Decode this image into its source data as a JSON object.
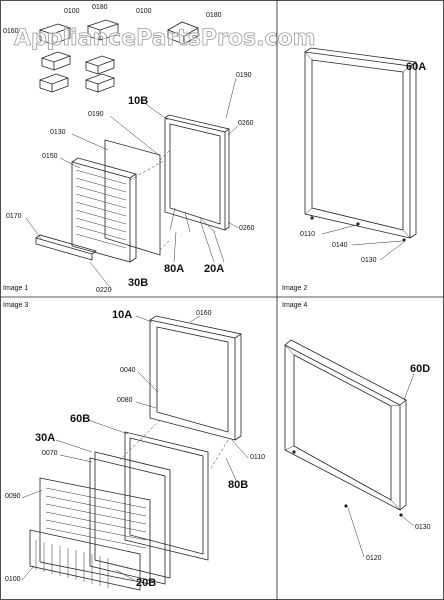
{
  "watermark": "AppliancePartsPros.com",
  "panels": {
    "p1": "Image 1",
    "p2": "Image 2",
    "p3": "Image 3",
    "p4": "Image 4"
  },
  "image1": {
    "l0100a": "0100",
    "l0180a": "0180",
    "l0100b": "0100",
    "l0180b": "0180",
    "l0160": "0160",
    "l0190a": "0190",
    "l10b": "10B",
    "l0190b": "0190",
    "l0260a": "0260",
    "l0130": "0130",
    "l0150": "0150",
    "l0260b": "0260",
    "l0170": "0170",
    "l80a": "80A",
    "l20a": "20A",
    "l30b": "30B",
    "l0220": "0220"
  },
  "image2": {
    "l60a": "60A",
    "l0110": "0110",
    "l0140": "0140",
    "l0130": "0130"
  },
  "image3": {
    "l10a": "10A",
    "l0160": "0160",
    "l0040": "0040",
    "l0080": "0080",
    "l60b": "60B",
    "l30a": "30A",
    "l0070": "0070",
    "l0110": "0110",
    "l80b": "80B",
    "l0090": "0090",
    "l0100": "0100",
    "l20b": "20B"
  },
  "image4": {
    "l60d": "60D",
    "l0130": "0130",
    "l0120": "0120"
  }
}
